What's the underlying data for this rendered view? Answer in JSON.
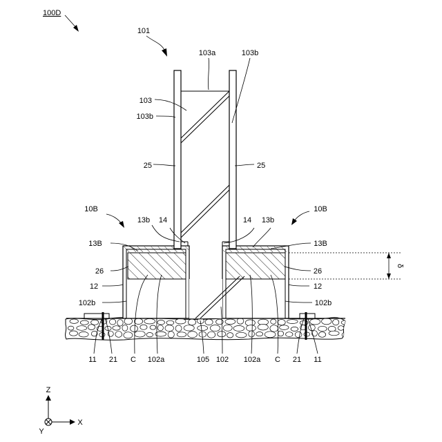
{
  "figure": {
    "number": "100D",
    "labels": {
      "l101": "101",
      "l103a": "103a",
      "l103b_top": "103b",
      "l103": "103",
      "l103b_left": "103b",
      "l25_left": "25",
      "l25_right": "25",
      "l10B_left": "10B",
      "l10B_right": "10B",
      "l13b_left": "13b",
      "l14_left": "14",
      "l14_right": "14",
      "l13b_right": "13b",
      "l13B_left": "13B",
      "l13B_right": "13B",
      "l26_left": "26",
      "l26_right": "26",
      "l12_left": "12",
      "l12_right": "12",
      "l102b_left": "102b",
      "l102b_right": "102b",
      "l11_left": "11",
      "l21_left": "21",
      "lC_left": "C",
      "l102a_left": "102a",
      "l105": "105",
      "l102": "102",
      "l102a_right": "102a",
      "lC_right": "C",
      "l21_right": "21",
      "l11_right": "11",
      "delta": "δ"
    },
    "axes": {
      "z": "Z",
      "x": "X",
      "y": "Y"
    }
  }
}
